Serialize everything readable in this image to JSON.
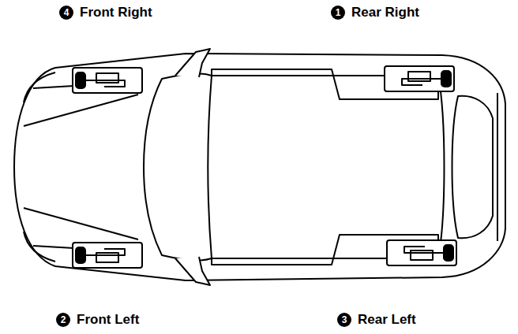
{
  "diagram": {
    "labels": [
      "4",
      "Front Right",
      "1",
      "Rear Right",
      "2",
      "Front Left",
      "3",
      "Rear Left"
    ]
  }
}
